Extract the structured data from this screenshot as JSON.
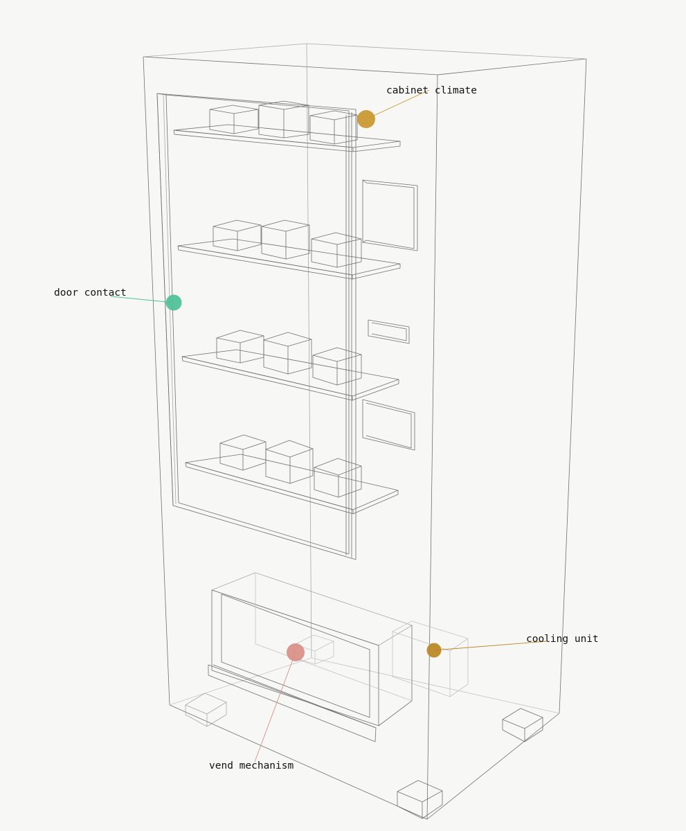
{
  "callouts": [
    {
      "key": "cabinet_climate",
      "label": "cabinet climate",
      "color": "#c9962b"
    },
    {
      "key": "door_contact",
      "label": "door contact",
      "color": "#4dc196"
    },
    {
      "key": "cooling_unit",
      "label": "cooling unit",
      "color": "#b98622"
    },
    {
      "key": "vend_mechanism",
      "label": "vend mechanism",
      "color": "#d98f85"
    }
  ]
}
